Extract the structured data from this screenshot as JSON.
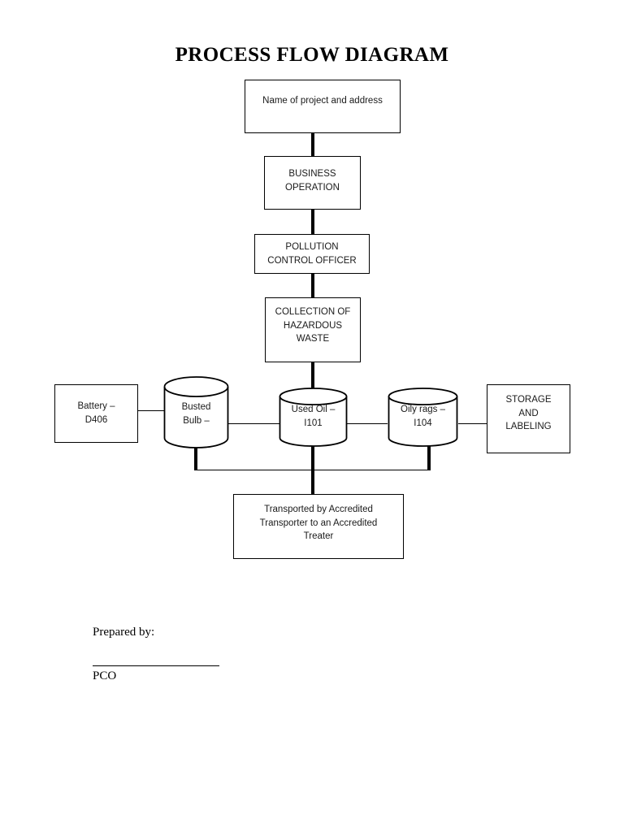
{
  "document": {
    "title": "PROCESS FLOW DIAGRAM"
  },
  "flow": {
    "nodes": [
      {
        "id": "project",
        "shape": "rect",
        "label": "Name of project and address"
      },
      {
        "id": "business",
        "shape": "rect",
        "label": "BUSINESS\nOPERATION"
      },
      {
        "id": "pco",
        "shape": "rect",
        "label": "POLLUTION\nCONTROL OFFICER"
      },
      {
        "id": "collection",
        "shape": "rect",
        "label": "COLLECTION OF\nHAZARDOUS\nWASTE"
      },
      {
        "id": "battery",
        "shape": "rect",
        "label": "Battery –\nD406"
      },
      {
        "id": "bulb",
        "shape": "cylinder",
        "label": "Busted\nBulb –"
      },
      {
        "id": "usedoil",
        "shape": "cylinder",
        "label": "Used Oil –\nI101"
      },
      {
        "id": "oilyrags",
        "shape": "cylinder",
        "label": "Oily rags –\nI104"
      },
      {
        "id": "storage",
        "shape": "rect",
        "label": "STORAGE\nAND\nLABELING"
      },
      {
        "id": "transport",
        "shape": "rect",
        "label": "Transported by Accredited\nTransporter to an Accredited\nTreater"
      }
    ],
    "edges": [
      {
        "from": "project",
        "to": "business",
        "style": "thick-vertical"
      },
      {
        "from": "business",
        "to": "pco",
        "style": "thick-vertical"
      },
      {
        "from": "pco",
        "to": "collection",
        "style": "thick-vertical"
      },
      {
        "from": "collection",
        "to": "usedoil",
        "style": "thick-vertical"
      },
      {
        "from": "battery",
        "to": "bulb",
        "style": "thin-horizontal"
      },
      {
        "from": "bulb",
        "to": "usedoil",
        "style": "thin-horizontal"
      },
      {
        "from": "usedoil",
        "to": "oilyrags",
        "style": "thin-horizontal"
      },
      {
        "from": "oilyrags",
        "to": "storage",
        "style": "thin-horizontal"
      },
      {
        "from": "bulb",
        "to": "transport",
        "style": "bus-drop"
      },
      {
        "from": "usedoil",
        "to": "transport",
        "style": "thick-vertical"
      },
      {
        "from": "oilyrags",
        "to": "transport",
        "style": "bus-drop"
      }
    ]
  },
  "signature": {
    "prepared_by_label": "Prepared by:",
    "signature_line": "____________________",
    "role_label": "PCO"
  },
  "colors": {
    "stroke": "#000000",
    "text": "#1a1a1a",
    "background": "#ffffff"
  }
}
